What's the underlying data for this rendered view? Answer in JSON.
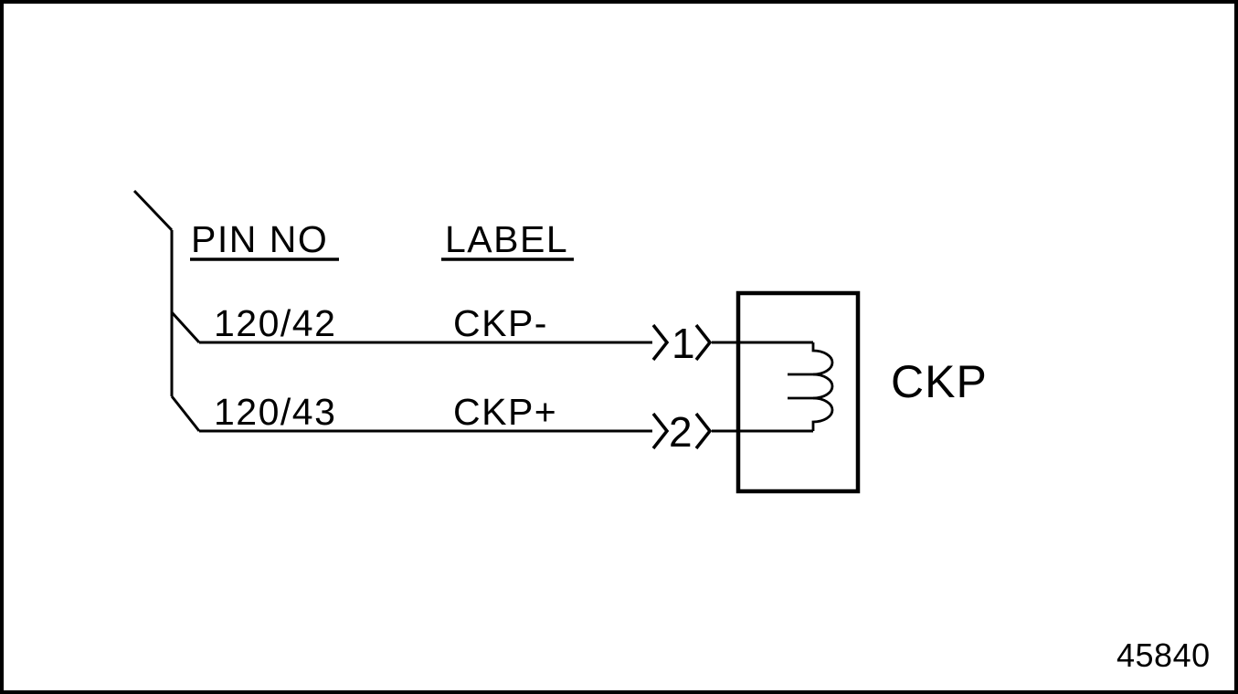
{
  "figure": {
    "type": "wiring-connector-diagram",
    "table": {
      "header_pin_no": "PIN NO",
      "header_label": "LABEL",
      "rows": [
        {
          "pin_no": "120/42",
          "label": "CKP-",
          "connector_pin": "1"
        },
        {
          "pin_no": "120/43",
          "label": "CKP+",
          "connector_pin": "2"
        }
      ]
    },
    "component_label": "CKP",
    "component_symbol": "inductor-coil",
    "figure_number": "45840",
    "colors": {
      "line": "#000000",
      "background": "#ffffff"
    }
  }
}
